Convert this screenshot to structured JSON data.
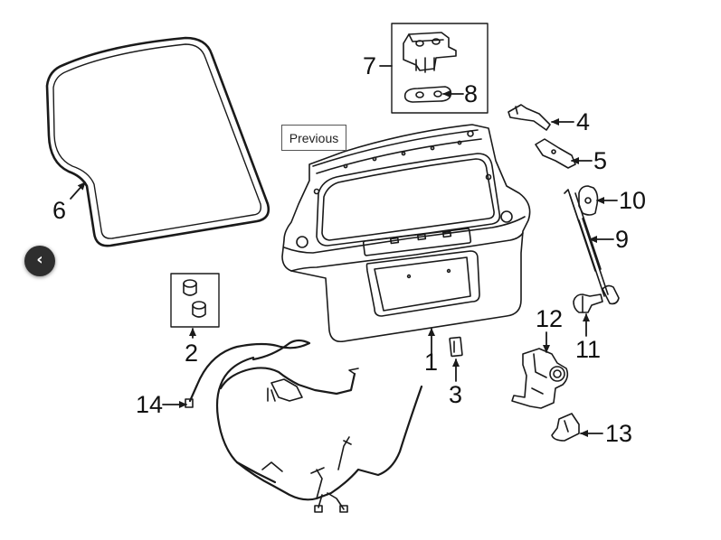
{
  "nav": {
    "previous_label": "Previous",
    "back_glyph": "‹",
    "back_icon": "chevron-left-icon"
  },
  "callouts": [
    {
      "id": "1",
      "label": "1"
    },
    {
      "id": "2",
      "label": "2"
    },
    {
      "id": "3",
      "label": "3"
    },
    {
      "id": "4",
      "label": "4"
    },
    {
      "id": "5",
      "label": "5"
    },
    {
      "id": "6",
      "label": "6"
    },
    {
      "id": "7",
      "label": "7"
    },
    {
      "id": "8",
      "label": "8"
    },
    {
      "id": "9",
      "label": "9"
    },
    {
      "id": "10",
      "label": "10"
    },
    {
      "id": "11",
      "label": "11"
    },
    {
      "id": "12",
      "label": "12"
    },
    {
      "id": "13",
      "label": "13"
    },
    {
      "id": "14",
      "label": "14"
    }
  ],
  "colors": {
    "line": "#1a1a1a",
    "background": "#ffffff",
    "button_dark": "#2e2e2e"
  }
}
